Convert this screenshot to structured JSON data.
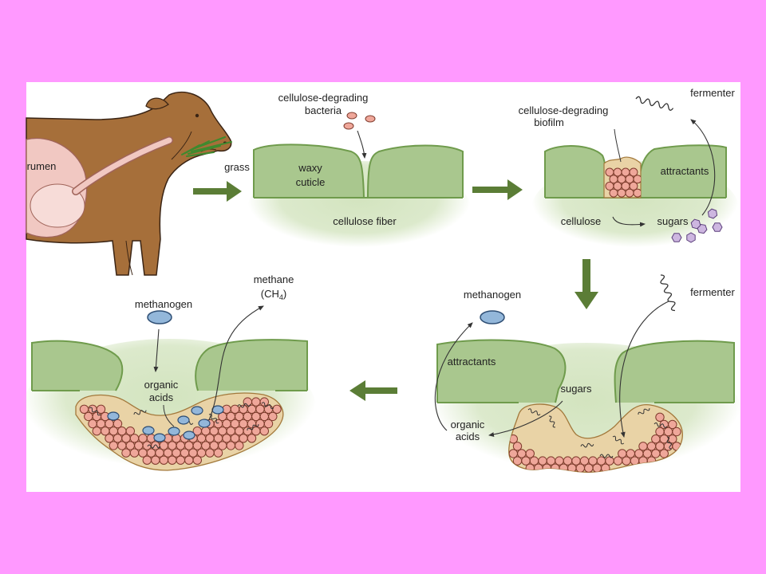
{
  "colors": {
    "page": "#FF99FF",
    "panel": "#FFFFFF",
    "leaf": "#A9C78E",
    "leaf_edge": "#6F9B4C",
    "ground": "#D3E4BF",
    "arrow": "#5B7D36",
    "cow": "#A66F3A",
    "cow_outline": "#3A2414",
    "rumen": "#F1C8C2",
    "rumen_inner": "#F7DCD8",
    "rumen_edge": "#A0645A",
    "biofilm": "#E9D3A6",
    "biofilm_edge": "#A3793C",
    "bacterium": "#EFA79A",
    "bacterium_edge": "#7E3A2C",
    "methanogen": "#93B7DA",
    "methanogen_edge": "#2E4E74",
    "sugar": "#CDB6E0",
    "sugar_edge": "#5B3F7B",
    "grass": "#3E8A2E",
    "fermenter": "#333333"
  },
  "cow_panel": {
    "rumen_label": "rumen",
    "grass_label": "grass"
  },
  "attachment_panel": {
    "bacteria_line1": "cellulose-degrading",
    "bacteria_line2": "bacteria",
    "cuticle_line1": "waxy",
    "cuticle_line2": "cuticle",
    "fiber_label": "cellulose fiber"
  },
  "biofilm_panel": {
    "biofilm_line1": "cellulose-degrading",
    "biofilm_line2": "biofilm",
    "fermenter_label": "fermenter",
    "attractants_label": "attractants",
    "cellulose_label": "cellulose",
    "sugars_label": "sugars"
  },
  "fermentation_panel": {
    "methanogen_label": "methanogen",
    "fermenter_label": "fermenter",
    "attractants_label": "attractants",
    "sugars_label": "sugars",
    "acids_line1": "organic",
    "acids_line2": "acids"
  },
  "methanogenesis_panel": {
    "methanogen_label": "methanogen",
    "methane_label": "methane",
    "formula_prefix": "(CH",
    "formula_sub": "4",
    "formula_suffix": ")",
    "acids_line1": "organic",
    "acids_line2": "acids"
  }
}
